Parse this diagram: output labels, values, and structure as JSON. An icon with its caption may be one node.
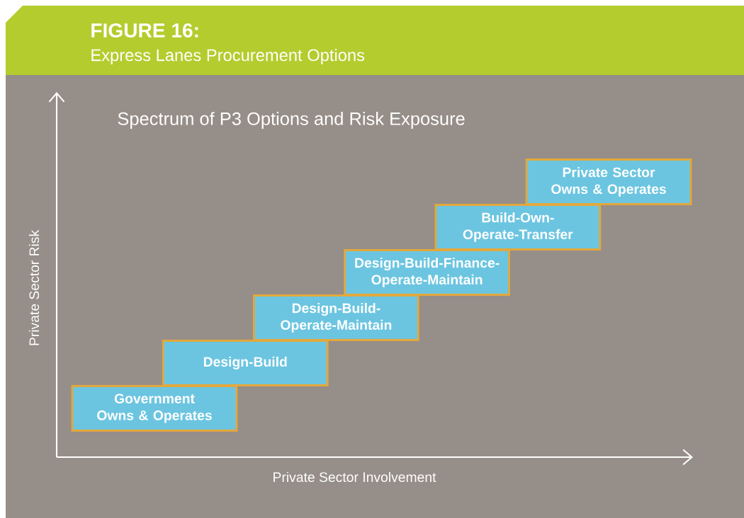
{
  "diagram": {
    "title": "FIGURE 16:",
    "nodes": [
      {
        "text": [
          "Government Owns & Operates"
        ]
      },
      {
        "text": [
          "Design-Build"
        ]
      },
      {
        "text": [
          "Design-Build-Operate-Maintain"
        ]
      },
      {
        "text": [
          "Design-Build-Finance-Operate-Maintain"
        ]
      },
      {
        "text": [
          "Build-Own-Operate-Transfer"
        ]
      },
      {
        "text": [
          "Private Sector Owns & Operates"
        ]
      }
    ],
    "labels": [
      "Express Lanes Procurement Options",
      "Spectrum of P3 Options and Risk Exposure",
      "Private Sector Risk",
      "Private Sector Involvement"
    ]
  }
}
